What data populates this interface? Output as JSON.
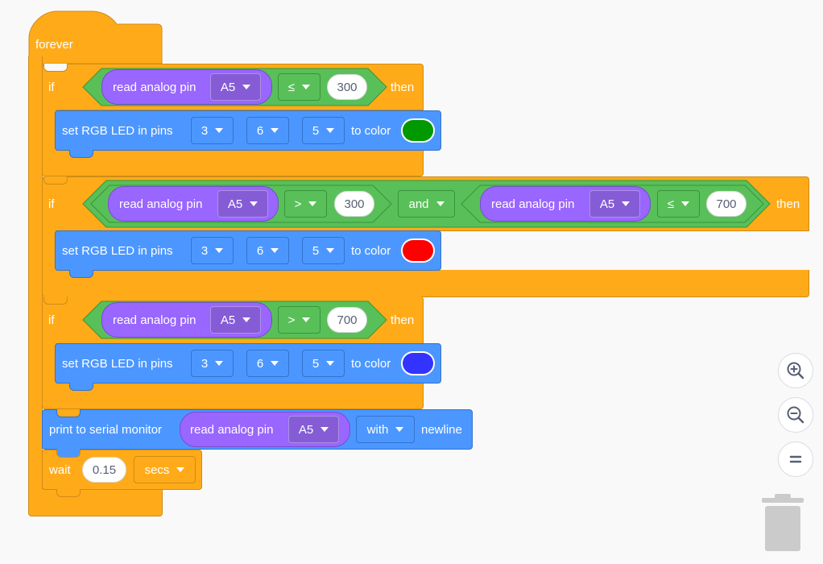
{
  "colors": {
    "control": "#ffab19",
    "blue_block": "#4c97ff",
    "purple_block": "#9966ff",
    "green_operator": "#59c059",
    "led_green": "#009900",
    "led_red": "#ff0000",
    "led_blue": "#3333ff"
  },
  "forever": {
    "label": "forever"
  },
  "if1": {
    "label": "if",
    "then": "then",
    "read_label": "read analog pin",
    "pin": "A5",
    "operator": "≤",
    "value": "300",
    "led": {
      "label": "set RGB LED in pins",
      "pin1": "3",
      "pin2": "6",
      "pin3": "5",
      "to_color": "to color"
    }
  },
  "if2": {
    "label": "if",
    "then": "then",
    "left": {
      "read_label": "read analog pin",
      "pin": "A5",
      "operator": ">",
      "value": "300"
    },
    "logic": "and",
    "right": {
      "read_label": "read analog pin",
      "pin": "A5",
      "operator": "≤",
      "value": "700"
    },
    "led": {
      "label": "set RGB LED in pins",
      "pin1": "3",
      "pin2": "6",
      "pin3": "5",
      "to_color": "to color"
    }
  },
  "if3": {
    "label": "if",
    "then": "then",
    "read_label": "read analog pin",
    "pin": "A5",
    "operator": ">",
    "value": "700",
    "led": {
      "label": "set RGB LED in pins",
      "pin1": "3",
      "pin2": "6",
      "pin3": "5",
      "to_color": "to color"
    }
  },
  "print": {
    "label": "print to serial monitor",
    "read_label": "read analog pin",
    "pin": "A5",
    "mode": "with",
    "suffix": "newline"
  },
  "wait": {
    "label": "wait",
    "value": "0.15",
    "unit": "secs"
  },
  "zoom": {
    "in_icon": "zoom-in-icon",
    "out_icon": "zoom-out-icon",
    "reset_icon": "zoom-reset-icon"
  },
  "trash_icon": "trash-icon"
}
